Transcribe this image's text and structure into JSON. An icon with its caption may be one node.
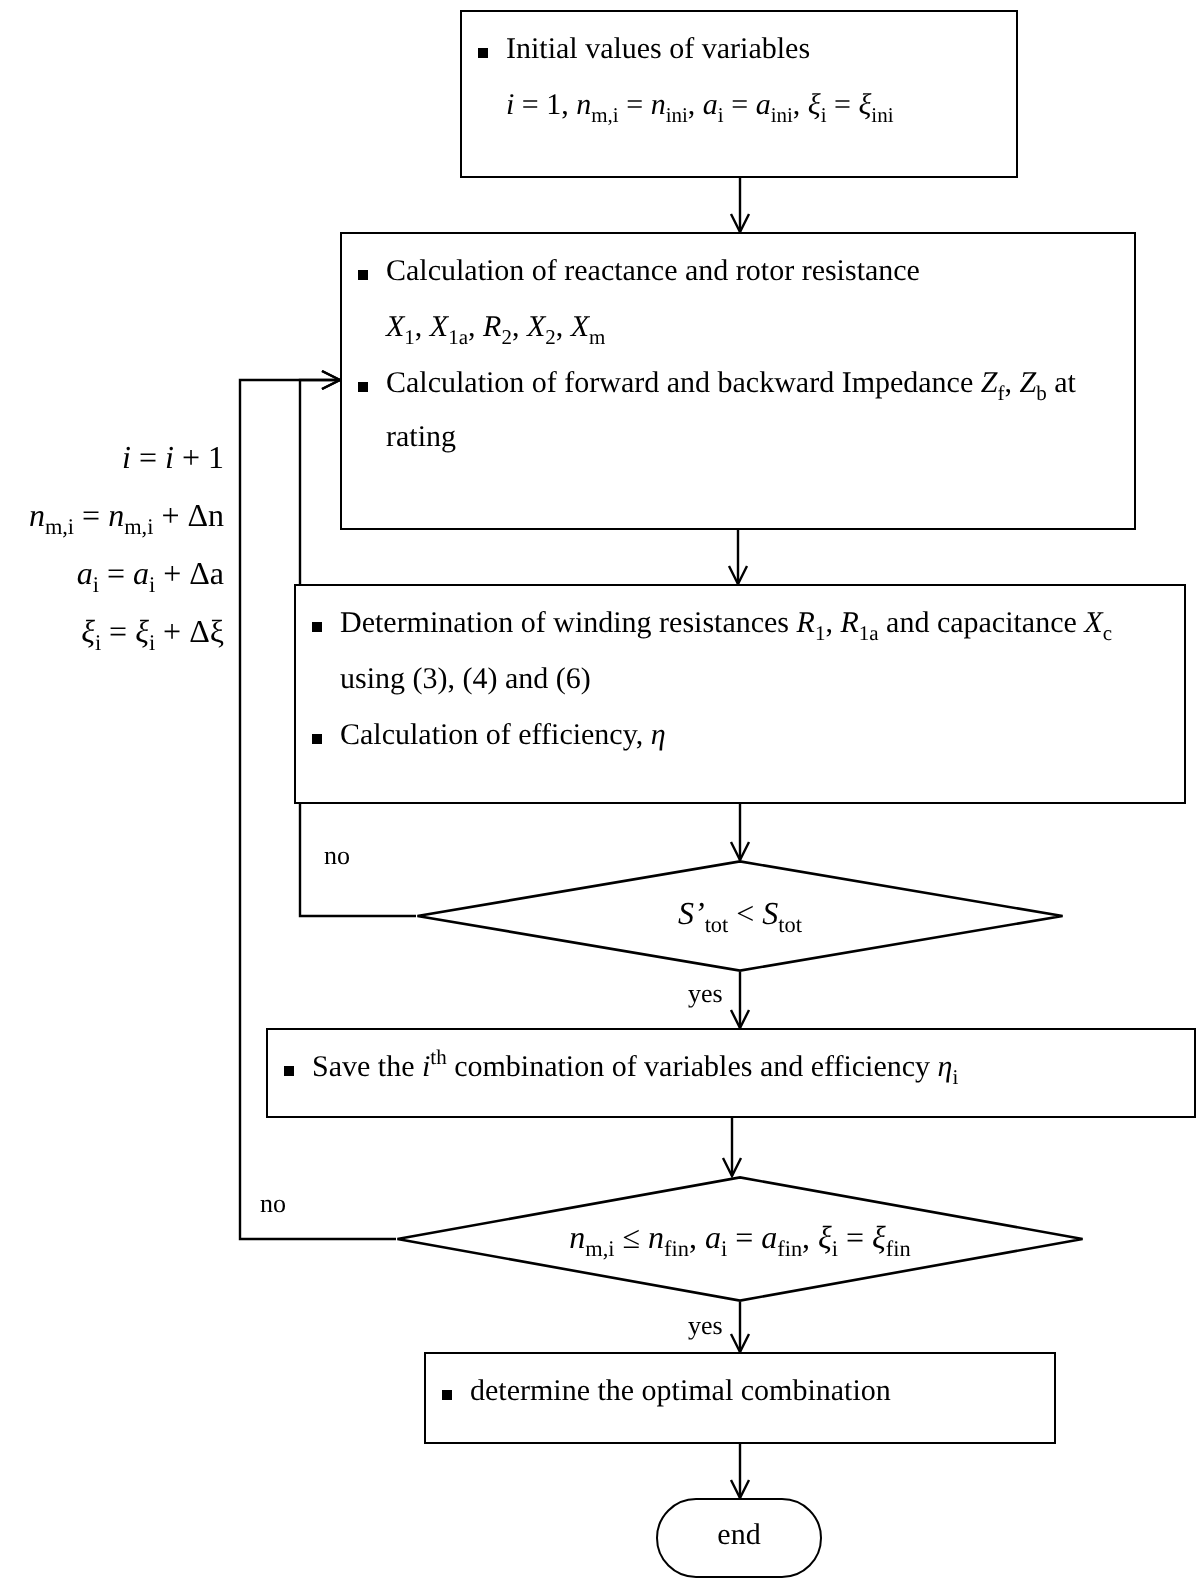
{
  "diagram": {
    "nodes": [
      {
        "text": [
          "Initial values of variables",
          "*i* = 1,  *n*$_{m,i}$ = *n*$_{ini}$,  *a*$_{i}$ = *a*$_{ini}$,  *ξ*$_{i}$ = *ξ*$_{ini}$"
        ]
      },
      {
        "text": [
          "Calculation of reactance and rotor resistance",
          "*X*$_{1}$, *X*$_{1a}$, *R*$_{2}$, *X*$_{2}$, *X*$_{m}$",
          "Calculation of forward and backward Impedance *Z*$_{f}$, *Z*$_{b}$ at rating"
        ]
      },
      {
        "text": [
          "Determination of winding resistances *R*$_{1}$, *R*$_{1a}$ and capacitance *X*$_{c}$ using (3), (4) and (6)",
          "Calculation of efficiency,   *η*"
        ]
      },
      {
        "text": [
          "*S’*$_{tot}$ < *S*$_{tot}$"
        ]
      },
      {
        "text": [
          "Save the *i*$^{th}$ combination of variables and efficiency *η*$_{i}$"
        ]
      },
      {
        "text": [
          "*n*$_{m,i}$ ≤ *n*$_{fin}$,  *a*$_{i}$ = *a*$_{fin}$,  *ξ*$_{i}$ = *ξ*$_{fin}$"
        ]
      },
      {
        "text": [
          "determine the optimal combination"
        ]
      },
      {
        "text": [
          "end"
        ]
      }
    ],
    "edges": [
      {
        "from": 0,
        "to": 1,
        "arrow": "to"
      },
      {
        "from": 1,
        "to": 2,
        "arrow": "to"
      },
      {
        "from": 2,
        "to": 3,
        "arrow": "to"
      },
      {
        "from": 3,
        "to": 1,
        "arrow": "to",
        "label": "no"
      },
      {
        "from": 3,
        "to": 4,
        "arrow": "to",
        "label": "yes"
      },
      {
        "from": 4,
        "to": 5,
        "arrow": "to"
      },
      {
        "from": 5,
        "to": 1,
        "arrow": "to",
        "label": "no"
      },
      {
        "from": 5,
        "to": 6,
        "arrow": "to",
        "label": "yes"
      },
      {
        "from": 6,
        "to": 7,
        "arrow": "to"
      }
    ],
    "labels": [
      "*i* = *i* + 1",
      "*n*$_{m,i}$ = *n*$_{m,i}$ + Δn",
      "*a*$_{i}$ = *a*$_{i}$ + Δa",
      "*ξ*$_{i}$ = *ξ*$_{i}$ + Δξ"
    ]
  }
}
